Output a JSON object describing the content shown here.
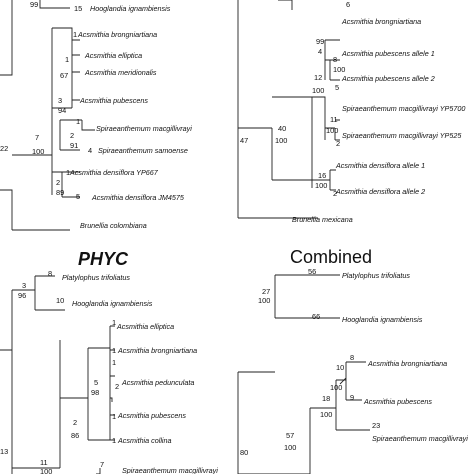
{
  "panels": {
    "tl": {
      "tips": {
        "hooglandia": "Hooglandia ignambiensis",
        "a_brong": "Acsmithia brongniartiana",
        "a_ellip": "Acsmithia elliptica",
        "a_merid": "Acsmithia meridionalis",
        "a_pubes": "Acsmithia pubescens",
        "s_macg": "Spiraeanthemum macgillivrayi",
        "s_samo": "Spiraeanthemum samoense",
        "a_dens1": "Acsmithia densiflora YP667",
        "a_dens2": "Acsmithia densiflora JM4575",
        "brunellia": "Brunellia colombiana"
      },
      "nodes": {
        "n99": "99",
        "n15": "15",
        "n22": "22",
        "n1a": "1",
        "n67a": "1",
        "n67b": "67",
        "n3": "3",
        "n94": "94",
        "n1b": "1",
        "n2a": "2",
        "n91": "91",
        "n4": "4",
        "n7": "7",
        "n100": "100",
        "n1c": "1",
        "n2b": "2",
        "n89": "89",
        "n5": "5"
      }
    },
    "tr": {
      "tips": {
        "a_brong": "Acsmithia brongniartiana",
        "a_pub1": "Acsmithia pubescens allele 1",
        "a_pub2": "Acsmithia pubescens allele 2",
        "s_mac1": "Spiraeanthemum macgillivrayi YP5700",
        "s_mac2": "Spiraeanthemum macgillivrayi YP525",
        "a_den1": "Acsmithia densiflora allele 1",
        "a_den2": "Acsmithia densiflora allele 2",
        "brunellia": "Brunellia mexicana"
      },
      "nodes": {
        "n6": "6",
        "n99": "99",
        "n4": "4",
        "n8": "8",
        "n100a": "100",
        "n5": "5",
        "n12": "12",
        "n100b": "100",
        "n11": "11",
        "n100c": "100",
        "n2": "2",
        "n40": "40",
        "n100d": "100",
        "n47": "47",
        "n16": "16",
        "n100e": "100",
        "n2b": "2"
      }
    },
    "bl": {
      "title": "PHYC",
      "tips": {
        "platy": "Platylophus trifoliatus",
        "hoogl": "Hooglandia ignambiensis",
        "a_ellip": "Acsmithia elliptica",
        "a_brong": "Acsmithia brongniartiana",
        "a_pedun": "Acsmithia pedunculata",
        "a_pubes": "Acsmithia pubescens",
        "a_colli": "Acsmithia collina",
        "s_macg": "Spiraeanthemum macgillivrayi"
      },
      "nodes": {
        "n8": "8",
        "n3": "3",
        "n96": "96",
        "n10": "10",
        "n1a": "1",
        "n1b": "1",
        "n1c": "1",
        "n5": "5",
        "n98": "98",
        "n2a": "2",
        "n1d": "1",
        "n2b": "2",
        "n86": "86",
        "n1e": "1",
        "n13": "13",
        "n11": "11",
        "n100": "100",
        "n7": "7"
      }
    },
    "br": {
      "title": "Combined",
      "tips": {
        "platy": "Platylophus trifoliatus",
        "hoogl": "Hooglandia ignambiensis",
        "a_brong": "Acsmithia brongniartiana",
        "a_pubes": "Acsmithia pubescens",
        "s_macg": "Spiraeanthemum macgillivrayi"
      },
      "nodes": {
        "n56": "56",
        "n27": "27",
        "n100a": "100",
        "n66": "66",
        "n8": "8",
        "n10": "10",
        "n100b": "100",
        "n9": "9",
        "n18": "18",
        "n100c": "100",
        "n23": "23",
        "n57": "57",
        "n100d": "100",
        "n80": "80"
      }
    }
  }
}
